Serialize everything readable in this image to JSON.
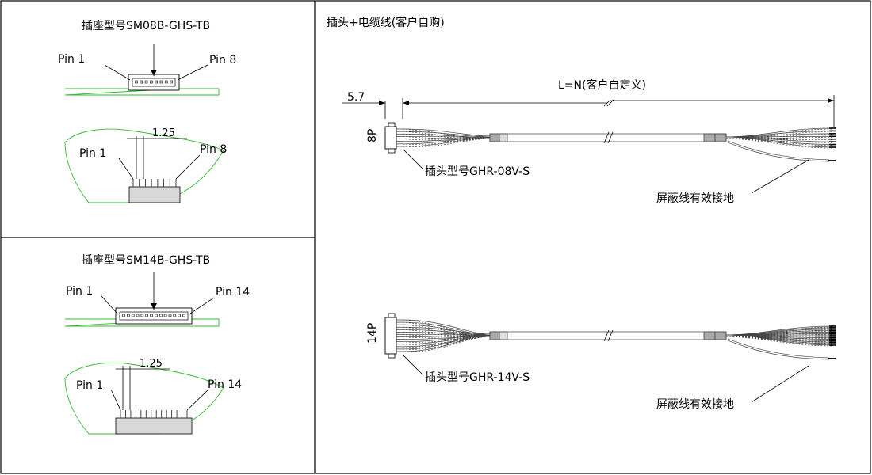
{
  "panels": {
    "socket_8p": {
      "title": "插座型号SM08B-GHS-TB",
      "pin_first": "Pin 1",
      "pin_last": "Pin 8",
      "pitch": "1.25",
      "pin_count": 8
    },
    "socket_14p": {
      "title": "插座型号SM14B-GHS-TB",
      "pin_first": "Pin 1",
      "pin_last": "Pin 14",
      "pitch": "1.25",
      "pin_count": 14
    },
    "cable": {
      "title": "插头+电缆线(客户自购)",
      "length_label": "L=N(客户自定义)",
      "offset_label": "5.7",
      "cable_8p": {
        "pin_label": "8P",
        "plug_label": "插头型号GHR-08V-S",
        "shield_label": "屏蔽线有效接地"
      },
      "cable_14p": {
        "pin_label": "14P",
        "plug_label": "插头型号GHR-14V-S",
        "shield_label": "屏蔽线有效接地"
      }
    }
  },
  "colors": {
    "outline": "#000000",
    "pcb_outline": "#33bb33",
    "connector_fill": "#d8d8d8",
    "sleeve_fill": "#aaaaaa"
  }
}
